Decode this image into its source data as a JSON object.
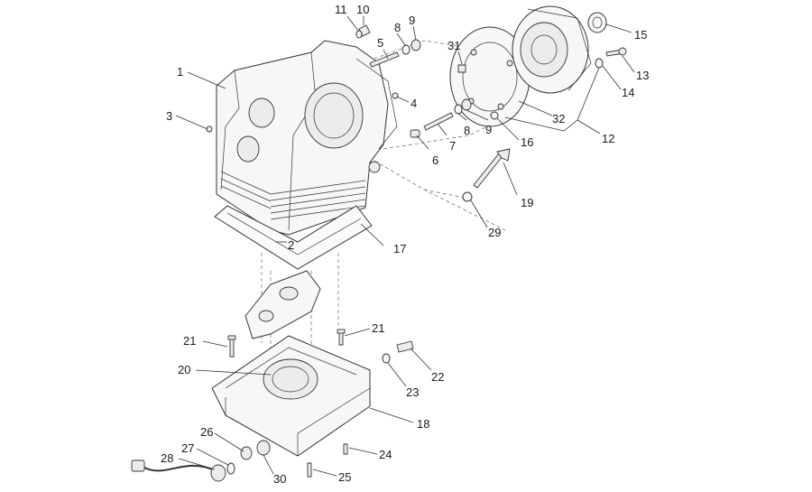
{
  "callouts": {
    "c1": "1",
    "c2": "2",
    "c3": "3",
    "c4": "4",
    "c5": "5",
    "c6": "6",
    "c7": "7",
    "c8a": "8",
    "c8b": "8",
    "c9a": "9",
    "c9b": "9",
    "c10": "10",
    "c11": "11",
    "c12": "12",
    "c13": "13",
    "c14": "14",
    "c15": "15",
    "c16": "16",
    "c17": "17",
    "c18": "18",
    "c19": "19",
    "c20": "20",
    "c21a": "21",
    "c21b": "21",
    "c22": "22",
    "c23": "23",
    "c24": "24",
    "c25": "25",
    "c26": "26",
    "c27": "27",
    "c28": "28",
    "c29": "29",
    "c30": "30",
    "c31": "31",
    "c32": "32"
  }
}
